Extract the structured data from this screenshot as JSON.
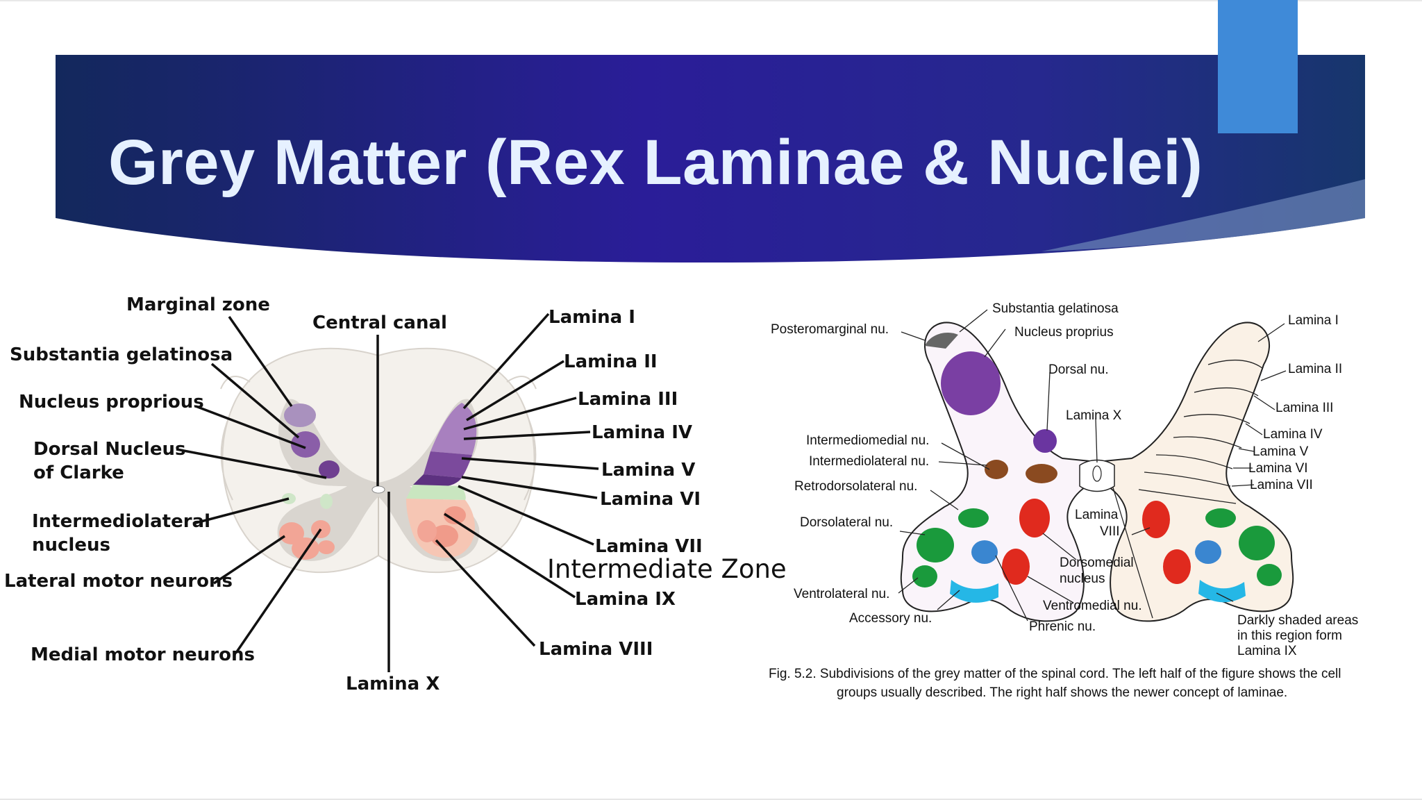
{
  "slide": {
    "title": "Grey Matter (Rex Laminae & Nuclei)"
  },
  "left_figure": {
    "labels_left": [
      "Marginal zone",
      "Substantia gelatinosa",
      "Nucleus proprious",
      "Dorsal Nucleus",
      "of Clarke",
      "Intermediolateral",
      "nucleus",
      "Lateral motor neurons",
      "Medial motor neurons"
    ],
    "labels_center": [
      "Central canal",
      "Lamina X"
    ],
    "labels_right": [
      "Lamina I",
      "Lamina II",
      "Lamina III",
      "Lamina IV",
      "Lamina V",
      "Lamina VI",
      "Lamina VII",
      "Lamina IX",
      "Lamina VIII"
    ]
  },
  "overlay_text": "Intermediate Zone",
  "right_figure": {
    "nuclei_labels": [
      "Substantia gelatinosa",
      "Posteromarginal nu.",
      "Nucleus proprius",
      "Dorsal nu.",
      "Lamina X",
      "Intermediomedial nu.",
      "Intermediolateral nu.",
      "Retrodorsolateral nu.",
      "Dorsolateral nu.",
      "Ventrolateral nu.",
      "Accessory nu.",
      "Dorsomedial",
      "nucleus",
      "Ventromedial nu.",
      "Phrenic nu.",
      "Lamina",
      "VIII"
    ],
    "laminae_labels": [
      "Lamina I",
      "Lamina II",
      "Lamina III",
      "Lamina IV",
      "Lamina V",
      "Lamina VI",
      "Lamina VII",
      "Darkly shaded areas",
      "in this region form",
      "Lamina IX"
    ],
    "caption_line1": "Fig. 5.2. Subdivisions of the grey matter of the spinal cord. The left half of the figure  shows the cell",
    "caption_line2": "groups usually described. The right half shows the newer concept of laminae."
  },
  "colors": {
    "banner_dark": "#13285c",
    "banner_purple": "#3a1aa0",
    "accent_block": "#3f8ad8",
    "title_text": "#e6f1ff"
  }
}
